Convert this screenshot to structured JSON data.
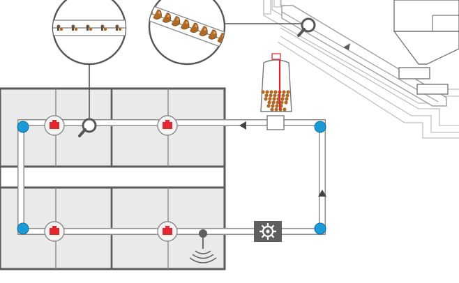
{
  "diagram": {
    "colors": {
      "background": "#ffffff",
      "pipe_fill": "#ffffff",
      "pipe_stroke": "#8e8e8e",
      "building_fill": "#eaeaea",
      "building_stroke": "#5a5a5a",
      "cell_stroke": "#8a8a8a",
      "node_blue": "#1a9ad6",
      "node_blue_stroke": "#0f6f9e",
      "sensor_red": "#e0282e",
      "sensor_ring": "#f4f4f4",
      "drive_box": "#5f5f5f",
      "arrow": "#444444",
      "grain_brown": "#b06a28",
      "spiral_red": "#d8282e",
      "silo_stroke": "#777777",
      "magnifier": "#555555"
    },
    "icons": {
      "magnifier": "magnifier-icon",
      "drive": "gear-icon",
      "signal": "wireless-signal-icon",
      "flow_arrow": "flow-arrow-icon"
    },
    "zoom_callouts": [
      {
        "id": "callout-left",
        "content": "sparse-grain-on-chain-conveyor"
      },
      {
        "id": "callout-right",
        "content": "dense-grain-on-chain-conveyor"
      }
    ],
    "flow_directions": [
      "left",
      "up",
      "right-up"
    ]
  }
}
